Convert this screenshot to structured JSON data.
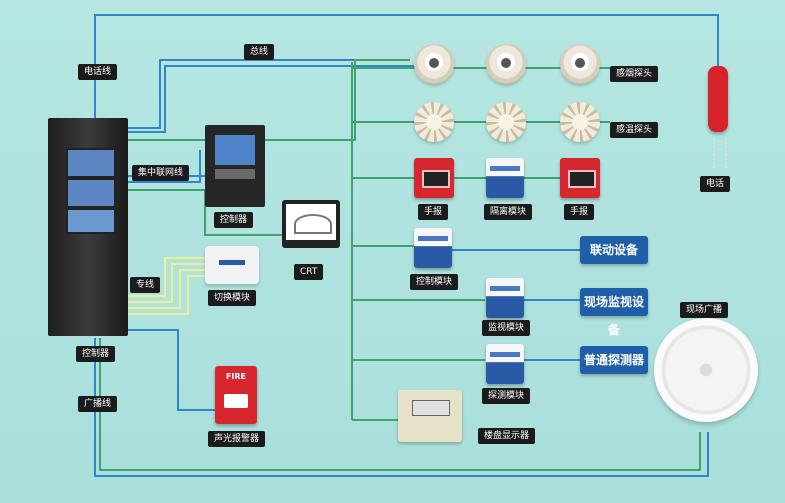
{
  "labels": {
    "phone_line": "电话线",
    "bus_line": "总线",
    "net_line": "集中联网线",
    "dedicated_line": "专线",
    "broadcast_line": "广播线",
    "main_controller": "控制器",
    "sub_controller": "控制器",
    "crt": "CRT",
    "switch_module": "切换模块",
    "alarm": "声光报警器",
    "smoke_detector": "感烟探头",
    "heat_detector": "感温探头",
    "manual_1": "手报",
    "isolation_module": "隔离模块",
    "manual_2": "手报",
    "control_module": "控制模块",
    "monitor_module": "监视模块",
    "detect_module": "探测模块",
    "floor_display": "楼盘显示器",
    "phone": "电话",
    "speaker": "现场广播"
  },
  "buttons": {
    "linkage": "联动设备",
    "monitoring": "现场监视设备",
    "detector": "普通探测器"
  },
  "devices": {
    "alarm_text": "FIRE"
  },
  "colors": {
    "background": "#b0e3df",
    "phone_wire": "#2f86c8",
    "bus_wire": "#3ea36c",
    "net_wire": "#2f86c8",
    "dedicated_wire": "#f2ef92",
    "button": "#1f5fa8"
  }
}
